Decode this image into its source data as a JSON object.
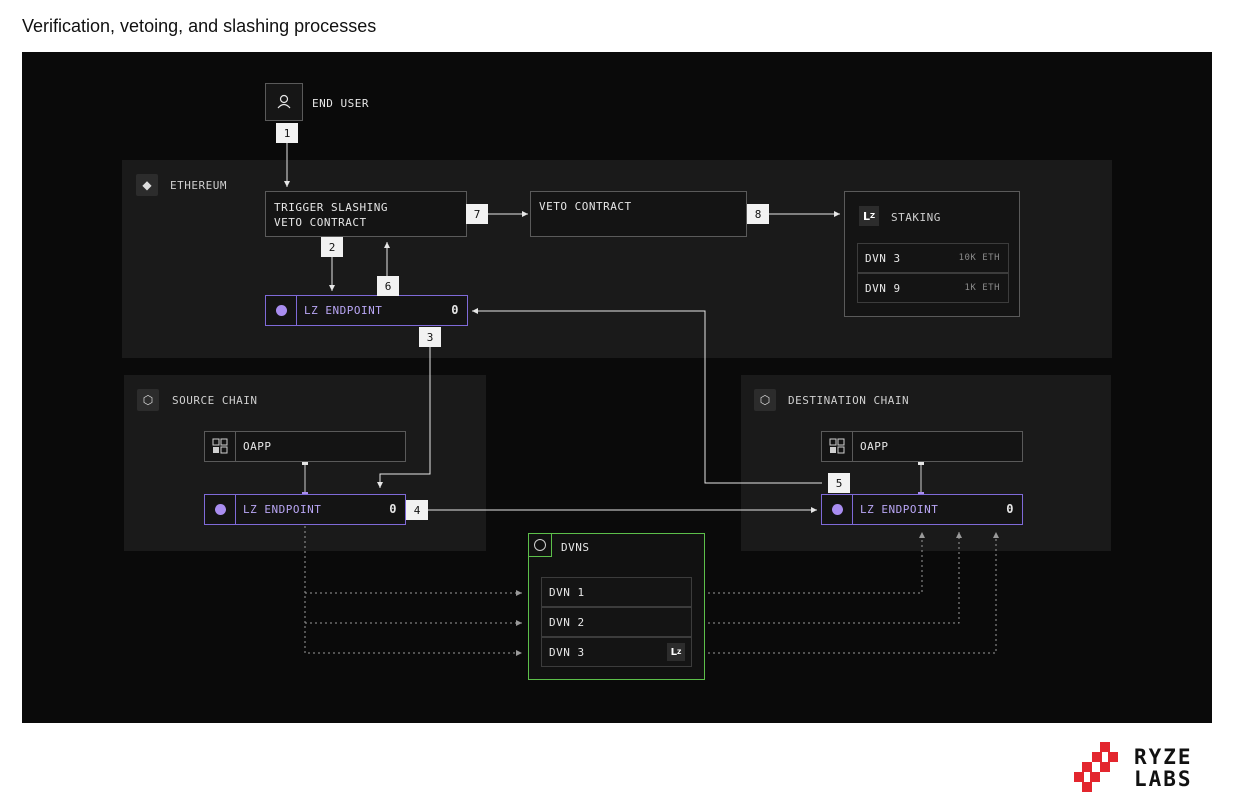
{
  "page": {
    "title": "Verification, vetoing, and slashing processes"
  },
  "diagram": {
    "end_user": {
      "label": "END USER",
      "icon": "user-icon"
    },
    "regions": {
      "ethereum": {
        "label": "ETHEREUM",
        "icon": "ethereum-icon"
      },
      "source_chain": {
        "label": "SOURCE CHAIN",
        "icon": "cube-icon"
      },
      "destination_chain": {
        "label": "DESTINATION CHAIN",
        "icon": "cube-icon"
      }
    },
    "trigger_box": {
      "line1": "TRIGGER SLASHING",
      "line2": "VETO CONTRACT"
    },
    "veto_contract": {
      "label": "VETO CONTRACT"
    },
    "staking": {
      "label": "STAKING",
      "rows": [
        {
          "name": "DVN 3",
          "amount": "10K ETH"
        },
        {
          "name": "DVN 9",
          "amount": "1K ETH"
        }
      ]
    },
    "lz_endpoint_label": "LZ ENDPOINT",
    "lz_endpoint_value": "0",
    "oapp_label": "OAPP",
    "dvns": {
      "label": "DVNS",
      "rows": [
        {
          "name": "DVN 1"
        },
        {
          "name": "DVN 2"
        },
        {
          "name": "DVN 3"
        }
      ]
    },
    "steps": [
      "1",
      "2",
      "3",
      "4",
      "5",
      "6",
      "7",
      "8"
    ],
    "colors": {
      "endpoint": "#7f6ad8",
      "dvns_border": "#5cbf4a",
      "background": "#0a0a0a",
      "region": "#1a1a1a"
    }
  },
  "brand": {
    "line1": "RYZE",
    "line2": "LABS",
    "color": "#e3262e"
  }
}
